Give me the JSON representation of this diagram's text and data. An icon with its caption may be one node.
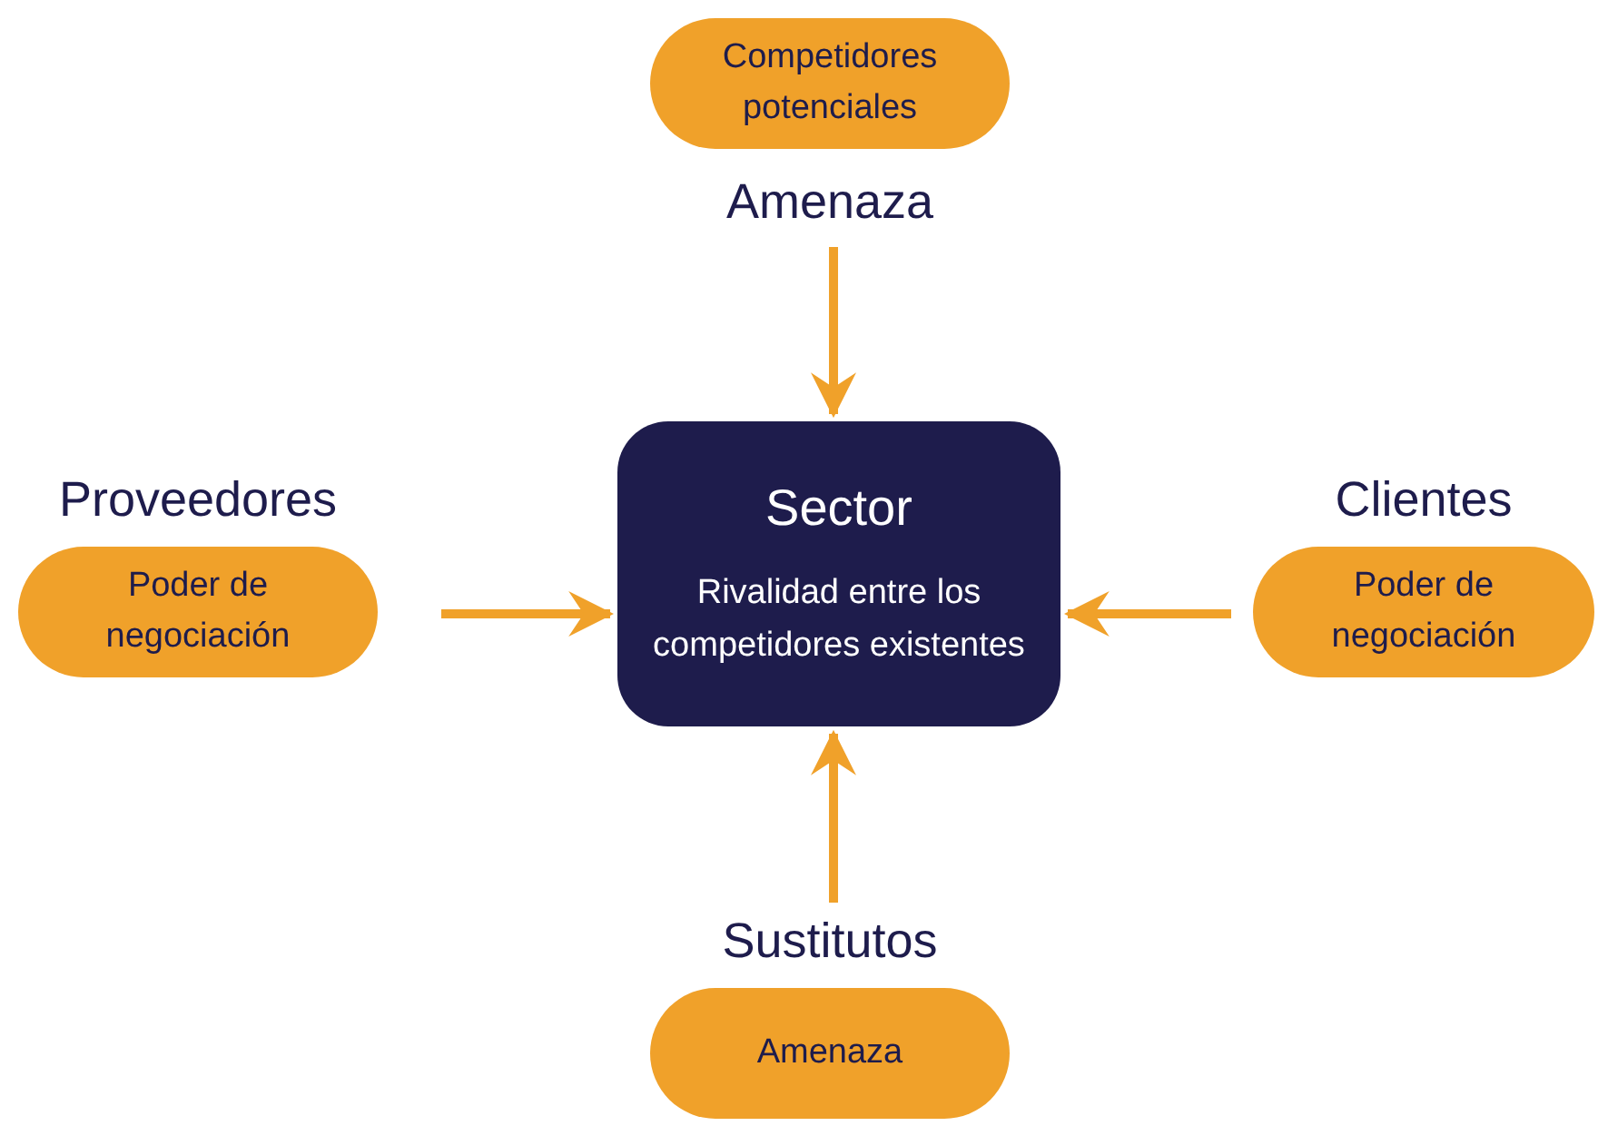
{
  "diagram": {
    "nodes": [
      {
        "text": [
          "Sector",
          "Rivalidad entre los competidores existentes"
        ]
      },
      {
        "text": [
          "Competidores potenciales",
          "Amenaza"
        ]
      },
      {
        "text": [
          "Proveedores",
          "Poder de negociación"
        ]
      },
      {
        "text": [
          "Clientes",
          "Poder de negociación"
        ]
      },
      {
        "text": [
          "Sustitutos",
          "Amenaza"
        ]
      }
    ],
    "edges": [
      {
        "from": 1,
        "to": 0,
        "arrow": "to"
      },
      {
        "from": 2,
        "to": 0,
        "arrow": "to"
      },
      {
        "from": 3,
        "to": 0,
        "arrow": "to"
      },
      {
        "from": 4,
        "to": 0,
        "arrow": "to"
      }
    ]
  }
}
